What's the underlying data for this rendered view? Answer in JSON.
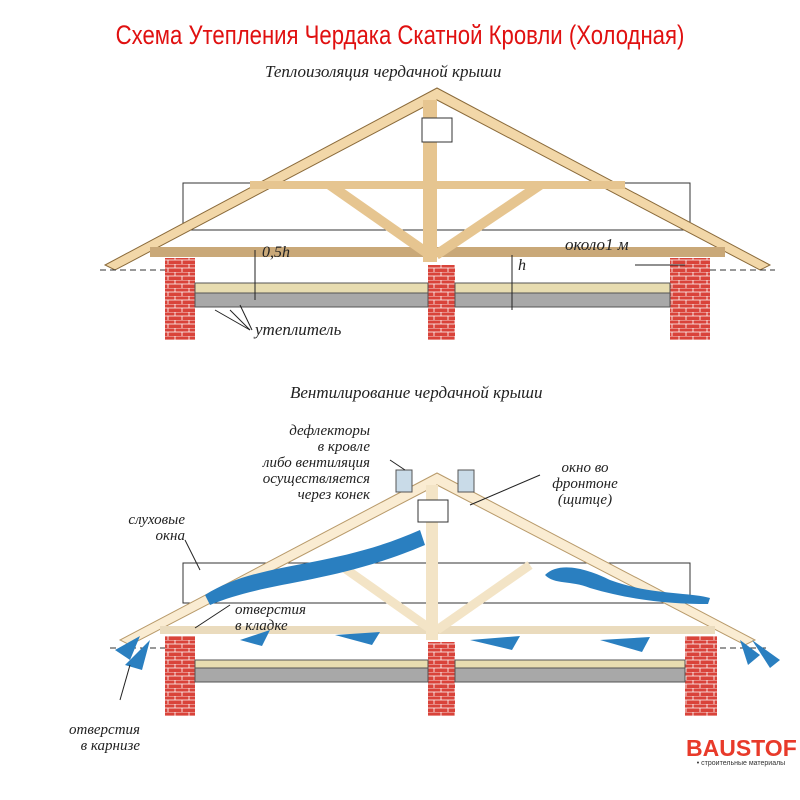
{
  "title": "Схема Утепления Чердака Скатной Кровли (Холодная)",
  "top_diagram": {
    "subtitle": "Теплоизоляция чердачной крыши",
    "label_half_h": "0,5h",
    "label_h": "h",
    "label_about_1m": "около1 м",
    "label_insulation": "утеплитель"
  },
  "bottom_diagram": {
    "subtitle": "Вентилирование чердачной крыши",
    "label_deflectors": [
      "дефлекторы",
      "в кровле",
      "либо вентиляция",
      "осуществляется",
      "через конек"
    ],
    "label_gable_window": [
      "окно во",
      "фронтоне",
      "(щитце)"
    ],
    "label_dormer": [
      "слуховые",
      "окна"
    ],
    "label_masonry_holes": [
      "отверстия",
      "в кладке"
    ],
    "label_eave_holes": [
      "отверстия",
      "в карнизе"
    ]
  },
  "logo": {
    "name": "BAUSTOF",
    "tagline": "• строительные материалы"
  },
  "colors": {
    "title": "#e01010",
    "wood": "#f2d7a8",
    "brick": "#d9433a",
    "airflow": "#2a7fc0",
    "logo": "#e83a2a"
  }
}
